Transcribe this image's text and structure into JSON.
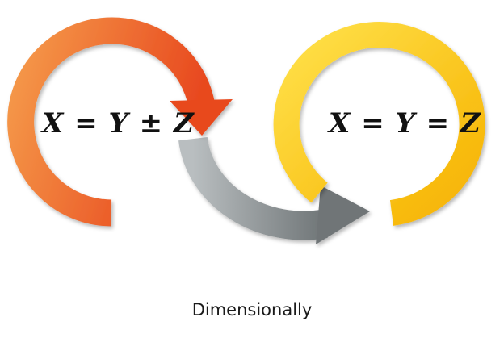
{
  "colors": {
    "orange_light": "#f59a4a",
    "orange_dark": "#e8491f",
    "gray_light": "#b9bec0",
    "gray_dark": "#6f7577",
    "yellow_light": "#ffe14a",
    "yellow_dark": "#f6b200"
  },
  "equations": {
    "left": "X = Y ± Z",
    "right": "X = Y = Z"
  },
  "caption": "Dimensionally"
}
